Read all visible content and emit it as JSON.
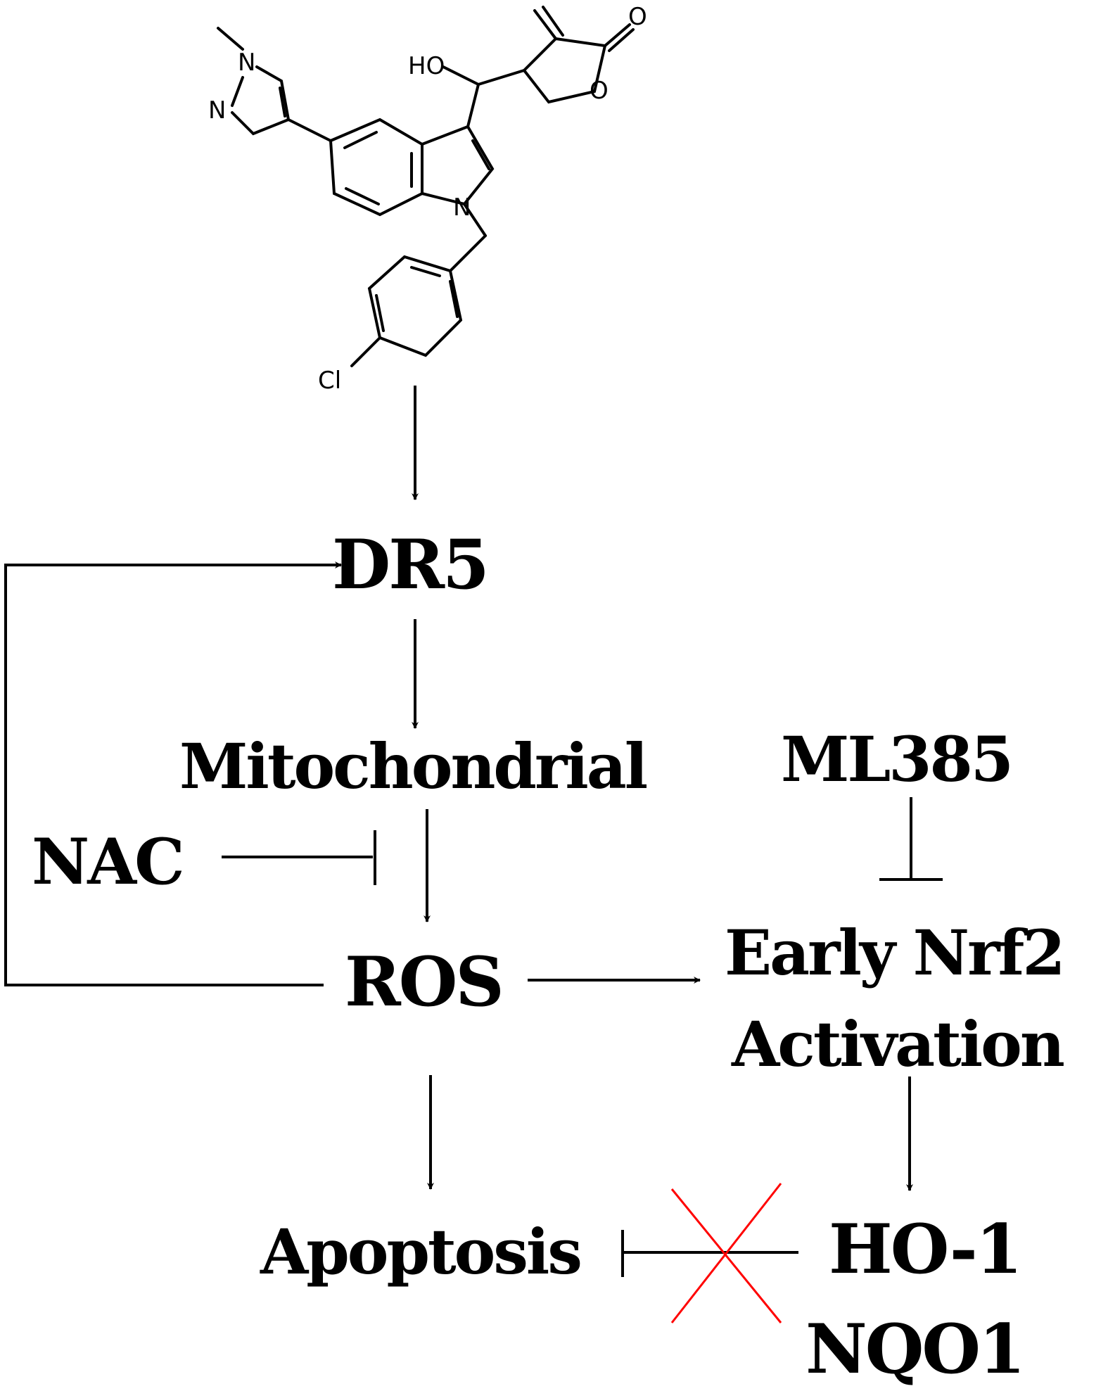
{
  "molecule": {
    "atoms": {
      "n_methyl": "N",
      "n_ring": "N",
      "hydroxyl": "HO",
      "oxygen_carbonyl": "O",
      "oxygen_ring": "O",
      "indole_n": "N",
      "chlorine": "Cl"
    }
  },
  "nodes": {
    "dr5": "DR5",
    "mitochondrial": "Mitochondrial",
    "nac": "NAC",
    "ros": "ROS",
    "apoptosis": "Apoptosis",
    "ml385": "ML385",
    "early_nrf2_line1": "Early Nrf2",
    "early_nrf2_line2": "Activation",
    "ho1": "HO-1",
    "nqo1": "NQO1"
  },
  "colors": {
    "ink": "#000000",
    "block_cross": "#ff0000"
  }
}
